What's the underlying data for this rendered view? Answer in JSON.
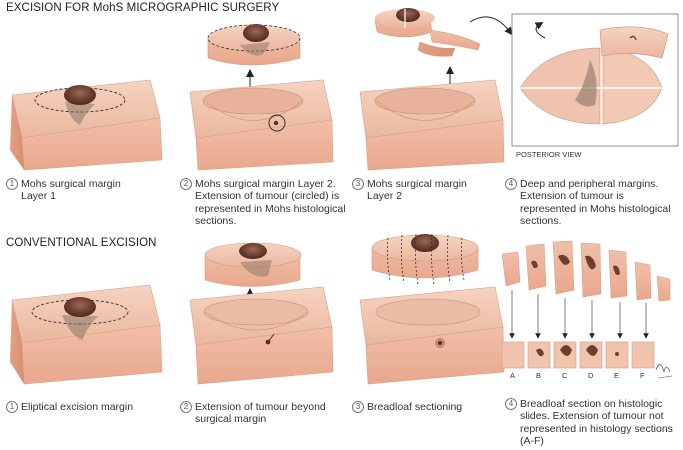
{
  "mohs": {
    "title": "EXCISION FOR MohS MICROGRAPHIC SURGERY",
    "posterior_view": "POSTERIOR VIEW",
    "steps": [
      {
        "num": "1",
        "text": "Mohs surgical margin Layer 1"
      },
      {
        "num": "2",
        "text": "Mohs surgical margin Layer 2. Extension of tumour (circled) is represented in Mohs histological sections."
      },
      {
        "num": "3",
        "text": "Mohs surgical margin Layer 2"
      },
      {
        "num": "4",
        "text": "Deep and peripheral margins. Extension of tumour is represented in Mohs histological sections."
      }
    ]
  },
  "conventional": {
    "title": "CONVENTIONAL EXCISION",
    "steps": [
      {
        "num": "1",
        "text": "Eliptical excision margin"
      },
      {
        "num": "2",
        "text": "Extension of tumour beyond surgical margin"
      },
      {
        "num": "3",
        "text": "Breadloaf sectioning"
      },
      {
        "num": "4",
        "text": "Breadloaf section on histologic slides. Extension of tumour not represented in histology sections (A-F)"
      }
    ],
    "slide_labels": [
      "A",
      "B",
      "C",
      "D",
      "E",
      "F"
    ]
  },
  "colors": {
    "skin_top": "#f2c9b4",
    "skin_side": "#e7a98f",
    "skin_front": "#f0bda6",
    "tumour": "#7a4a3a",
    "arrow": "#222222"
  }
}
